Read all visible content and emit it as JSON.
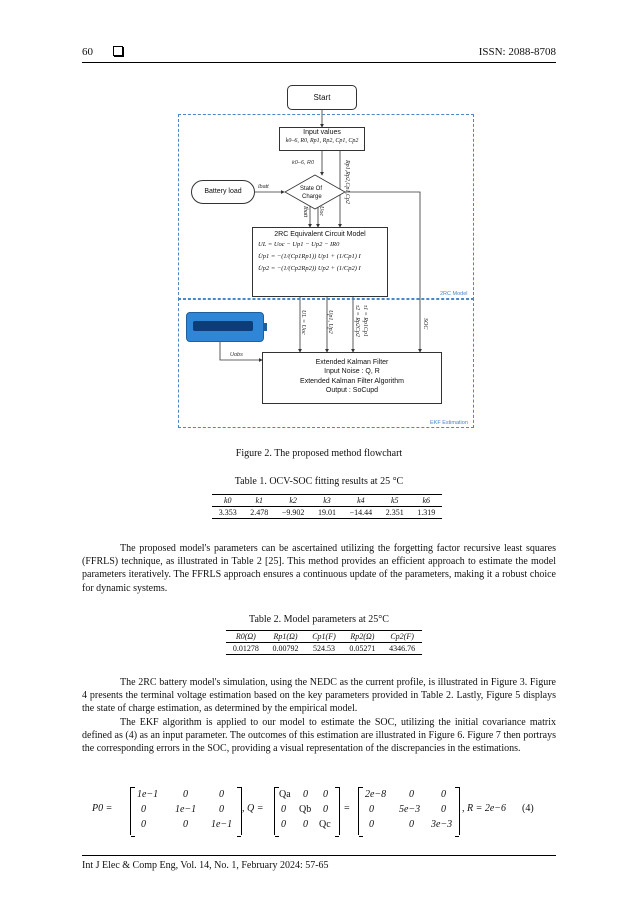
{
  "header": {
    "page_number": "60",
    "issn": "ISSN: 2088-8708"
  },
  "flowchart": {
    "start": "Start",
    "input_title": "Input values",
    "input_params": "k0–6, R0, Rp1, Rp2, Cp1, Cp2",
    "battery_load": "Battery load",
    "soc_line1": "State Of",
    "soc_line2": "Charge",
    "ibatt": "Ibatt",
    "k_r0": "k0–6, R0",
    "rc_params": "Rp1,Rp2,Cp1,Cp2",
    "ibatt2": "Ibatt",
    "uoc": "Uoc",
    "model_title": "2RC Equivalent Circuit Model",
    "eq1": "UL = Uoc − Up1 − Up2 − IR0",
    "eq2": "U̇p1 = −(1/(Cp1Rp1)) Up1 + (1/Cp1) I",
    "eq3": "U̇p2 = −(1/(Cp2Rp2)) Up2 + (1/Cp2) I",
    "region1_label": "2RC Model",
    "ul_uoc": "UL = Uoc",
    "up12": "Up1, Up2",
    "tau1": "τ1 = Rp1Cp1",
    "tau2": "τ2 = Rp2Cp2",
    "soc_v": "SOC",
    "uobs": "Uobs",
    "ekf_l1": "Extended Kalman Filter",
    "ekf_l2": "Input Noise : Q, R",
    "ekf_l3": "Extended Kalman Filter Algorithm",
    "ekf_l4": "Output : SoCupd",
    "region2_label": "EKF Estimation"
  },
  "figure_caption": "Figure 2. The proposed method flowchart",
  "table1": {
    "caption": "Table 1. OCV-SOC fitting results at 25 °C",
    "headers": [
      "k0",
      "k1",
      "k2",
      "k3",
      "k4",
      "k5",
      "k6"
    ],
    "values": [
      "3.353",
      "2.478",
      "−9.902",
      "19.01",
      "−14.44",
      "2.351",
      "1.319"
    ]
  },
  "para1": "The proposed model's parameters can be ascertained utilizing the forgetting factor recursive least squares (FFRLS) technique, as illustrated in Table 2 [25]. This method provides an efficient approach to estimate the model parameters iteratively. The FFRLS approach ensures a continuous update of the parameters, making it a robust choice for dynamic systems.",
  "table2": {
    "caption": "Table 2. Model parameters at 25°C",
    "headers": [
      "R0(Ω)",
      "Rp1(Ω)",
      "Cp1(F)",
      "Rp2(Ω)",
      "Cp2(F)"
    ],
    "values": [
      "0.01278",
      "0.00792",
      "524.53",
      "0.05271",
      "4346.76"
    ]
  },
  "para2": "The 2RC battery model's simulation, using the NEDC as the current profile, is illustrated in Figure 3. Figure 4 presents the terminal voltage estimation based on the key parameters provided in Table 2. Lastly, Figure 5 displays the state of charge estimation, as determined by the empirical model.",
  "para3": "The EKF algorithm is applied to our model to estimate the SOC, utilizing the initial covariance matrix defined as (4) as an input parameter. The outcomes of this estimation are illustrated in Figure 6. Figure 7 then portrays the corresponding errors in the SOC, providing a visual representation of the discrepancies in the estimations.",
  "equation": {
    "p0": "P0 =",
    "p0_rows": [
      [
        "1e−1",
        "0",
        "0"
      ],
      [
        "0",
        "1e−1",
        "0"
      ],
      [
        "0",
        "0",
        "1e−1"
      ]
    ],
    "q": ", Q =",
    "q_rows": [
      [
        "Qa",
        "0",
        "0"
      ],
      [
        "0",
        "Qb",
        "0"
      ],
      [
        "0",
        "0",
        "Qc"
      ]
    ],
    "eq": "=",
    "q2_rows": [
      [
        "2e−8",
        "0",
        "0"
      ],
      [
        "0",
        "5e−3",
        "0"
      ],
      [
        "0",
        "0",
        "3e−3"
      ]
    ],
    "r": ", R = 2e−6",
    "number": "(4)"
  },
  "footer": "Int J Elec & Comp Eng, Vol. 14, No. 1, February 2024: 57-65"
}
